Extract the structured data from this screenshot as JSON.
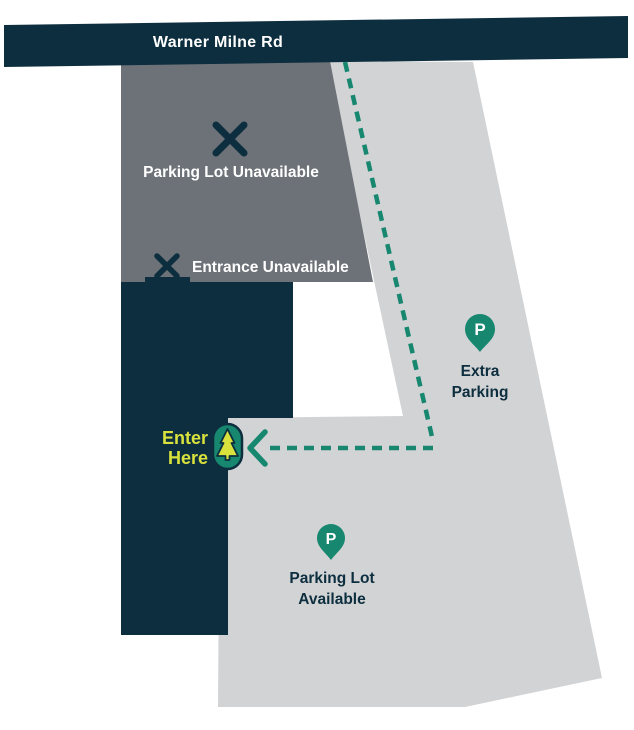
{
  "map": {
    "road": {
      "label": "Warner Milne Rd"
    },
    "unavailable_lot": {
      "label": "Parking Lot Unavailable"
    },
    "unavailable_entrance": {
      "label": "Entrance Unavailable"
    },
    "extra_parking": {
      "line1": "Extra",
      "line2": "Parking"
    },
    "available_lot": {
      "line1": "Parking Lot",
      "line2": "Available"
    },
    "enter_here": {
      "line1": "Enter",
      "line2": "Here"
    },
    "pin_letter": "P"
  },
  "colors": {
    "navy": "#0d2e3e",
    "darkgray": "#6d7278",
    "lightgray": "#d2d3d5",
    "teal": "#17876f",
    "yellow": "#d9e23c",
    "white": "#ffffff"
  }
}
